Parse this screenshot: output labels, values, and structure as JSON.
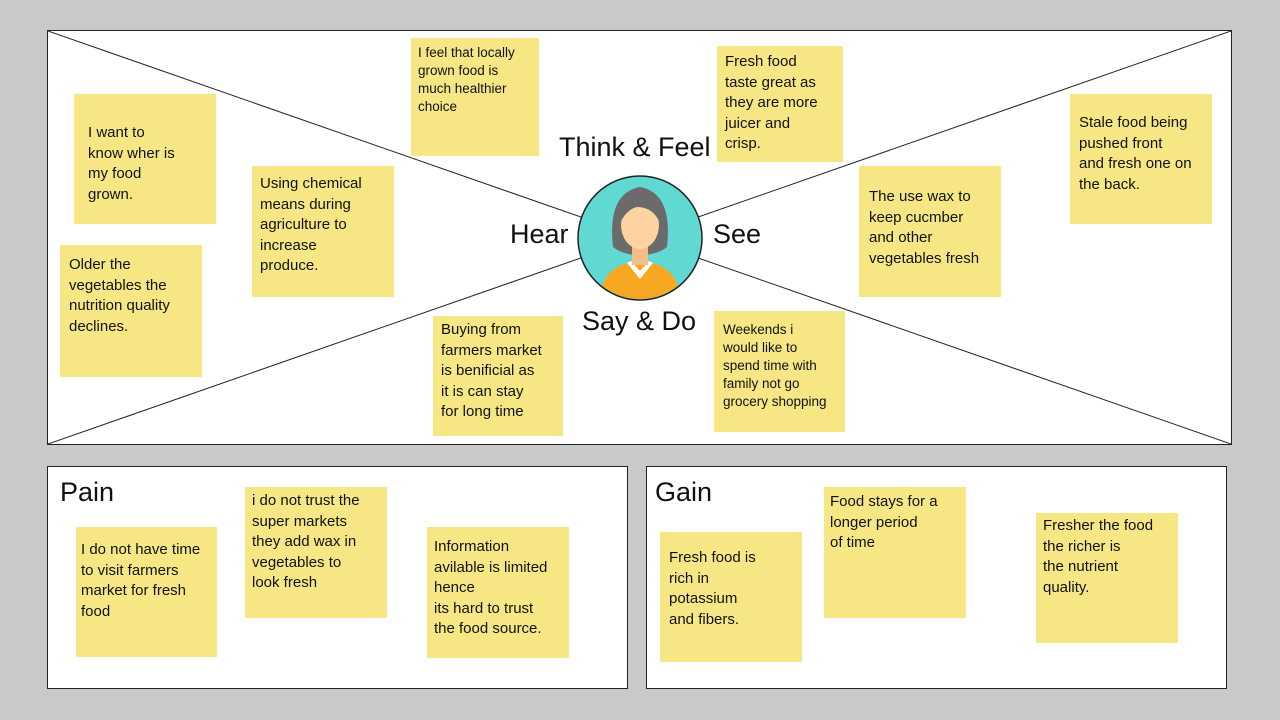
{
  "empathy_map": {
    "labels": {
      "think_feel": "Think & Feel",
      "hear": "Hear",
      "see": "See",
      "say_do": "Say & Do"
    },
    "notes": {
      "n1": "I want to\nknow wher is\nmy food\ngrown.",
      "n2": "Older the\nvegetables the\nnutrition quality\ndeclines.",
      "n3": "Using chemical\nmeans during\nagriculture to\nincrease\nproduce.",
      "n4": "I feel that locally\ngrown food is\nmuch healthier\nchoice",
      "n5": "Fresh food\ntaste great as\nthey are more\njuicer and\ncrisp.",
      "n6": "Stale food being\npushed front\nand fresh one on\nthe back.",
      "n7": "The use wax to\nkeep cucmber\nand other\nvegetables fresh",
      "n8": "Buying from\nfarmers market\nis benificial as\nit is can stay\nfor long time",
      "n9": "Weekends i\nwould like to\nspend time with\nfamily not go\ngrocery shopping"
    },
    "avatar_icon": "person-avatar-icon",
    "colors": {
      "note": "#f7e784",
      "avatar_bg": "#5fd9d1",
      "hair": "#6b6b6b",
      "skin": "#fcd3a1",
      "shirt": "#f7a823"
    }
  },
  "pain": {
    "title": "Pain",
    "notes": {
      "p1": "I do not have time\nto visit farmers\nmarket for fresh\nfood",
      "p2": "i do not trust the\nsuper markets\nthey add wax in\nvegetables to\nlook fresh",
      "p3": "Information\navilable is limited\nhence\nits hard to trust\nthe food source."
    }
  },
  "gain": {
    "title": "Gain",
    "notes": {
      "g1": "Fresh food is\nrich in\npotassium\nand fibers.",
      "g2": "Food stays for a\nlonger period\nof time",
      "g3": "Fresher the food\nthe richer is\n the nutrient\nquality."
    }
  }
}
